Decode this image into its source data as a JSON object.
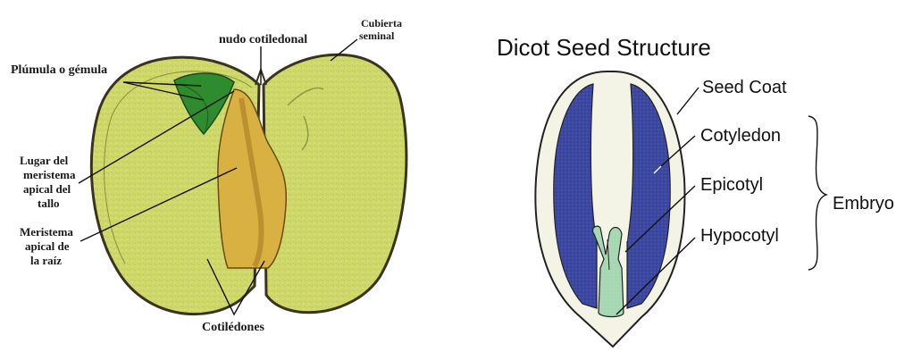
{
  "left_diagram": {
    "labels": {
      "plumula": "Plúmula o gémula",
      "nudo": "nudo cotiledonal",
      "cubierta_1": "Cubierta",
      "cubierta_2": "seminal",
      "lugar_1": "Lugar del",
      "lugar_2": "meristema",
      "lugar_3": "apical del",
      "lugar_4": "tallo",
      "meristema_1": "Meristema",
      "meristema_2": "apical de",
      "meristema_3": "la raíz",
      "cotiledones": "Cotilédones"
    },
    "colors": {
      "cotyledon": "#cfd96a",
      "plumule": "#2e8b2e",
      "embryo_axis": "#d9a53a",
      "outline": "#3a3320"
    }
  },
  "right_diagram": {
    "title": "Dicot Seed Structure",
    "labels": {
      "seed_coat": "Seed Coat",
      "cotyledon": "Cotyledon",
      "epicotyl": "Epicotyl",
      "hypocotyl": "Hypocotyl",
      "embryo": "Embryo"
    },
    "colors": {
      "seed_coat": "#f3f3e6",
      "cotyledon": "#3c48a0",
      "embryo": "#a8d8b4"
    }
  }
}
